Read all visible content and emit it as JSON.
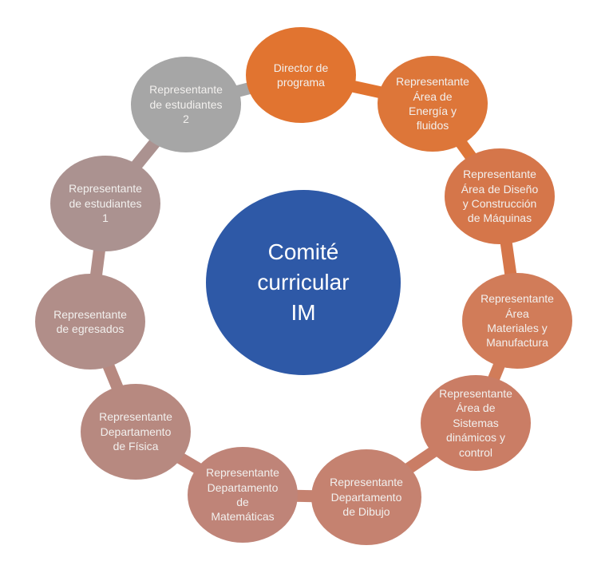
{
  "diagram": {
    "type": "cycle",
    "background": "#FFFFFF",
    "text_color_nodes": "#F2F0EE",
    "text_color_hub": "#FFFFFF"
  },
  "hub": {
    "label": "Comité\ncurricular\nIM",
    "color": "#2E59A7"
  },
  "nodes": [
    {
      "id": "director-de-programa",
      "label": "Director de\nprograma",
      "color": "#E17430"
    },
    {
      "id": "rep-area-energia-fluidos",
      "label": "Representante\nÁrea de\nEnergía y\nfluidos",
      "color": "#DD7639"
    },
    {
      "id": "rep-area-diseno-construccion",
      "label": "Representante\nÁrea de Diseño\ny Construcción\nde Máquinas",
      "color": "#D5764A"
    },
    {
      "id": "rep-area-materiales",
      "label": "Representante\nÁrea\nMateriales y\nManufactura",
      "color": "#D17C59"
    },
    {
      "id": "rep-area-sistemas-control",
      "label": "Representante\nÁrea de\nSistemas\ndinámicos y\ncontrol",
      "color": "#CA7D65"
    },
    {
      "id": "rep-depto-dibujo",
      "label": "Representante\nDepartamento\nde Dibujo",
      "color": "#C58270"
    },
    {
      "id": "rep-depto-matematicas",
      "label": "Representante\nDepartamento\nde\nMatemáticas",
      "color": "#BF8478"
    },
    {
      "id": "rep-depto-fisica",
      "label": "Representante\nDepartamento\nde Física",
      "color": "#B78980"
    },
    {
      "id": "rep-egresados",
      "label": "Representante\nde egresados",
      "color": "#B18E89"
    },
    {
      "id": "rep-estudiantes-1",
      "label": "Representante\nde estudiantes\n1",
      "color": "#AB9290"
    },
    {
      "id": "rep-estudiantes-2",
      "label": "Representante\nde estudiantes\n2",
      "color": "#A6A6A6"
    }
  ]
}
